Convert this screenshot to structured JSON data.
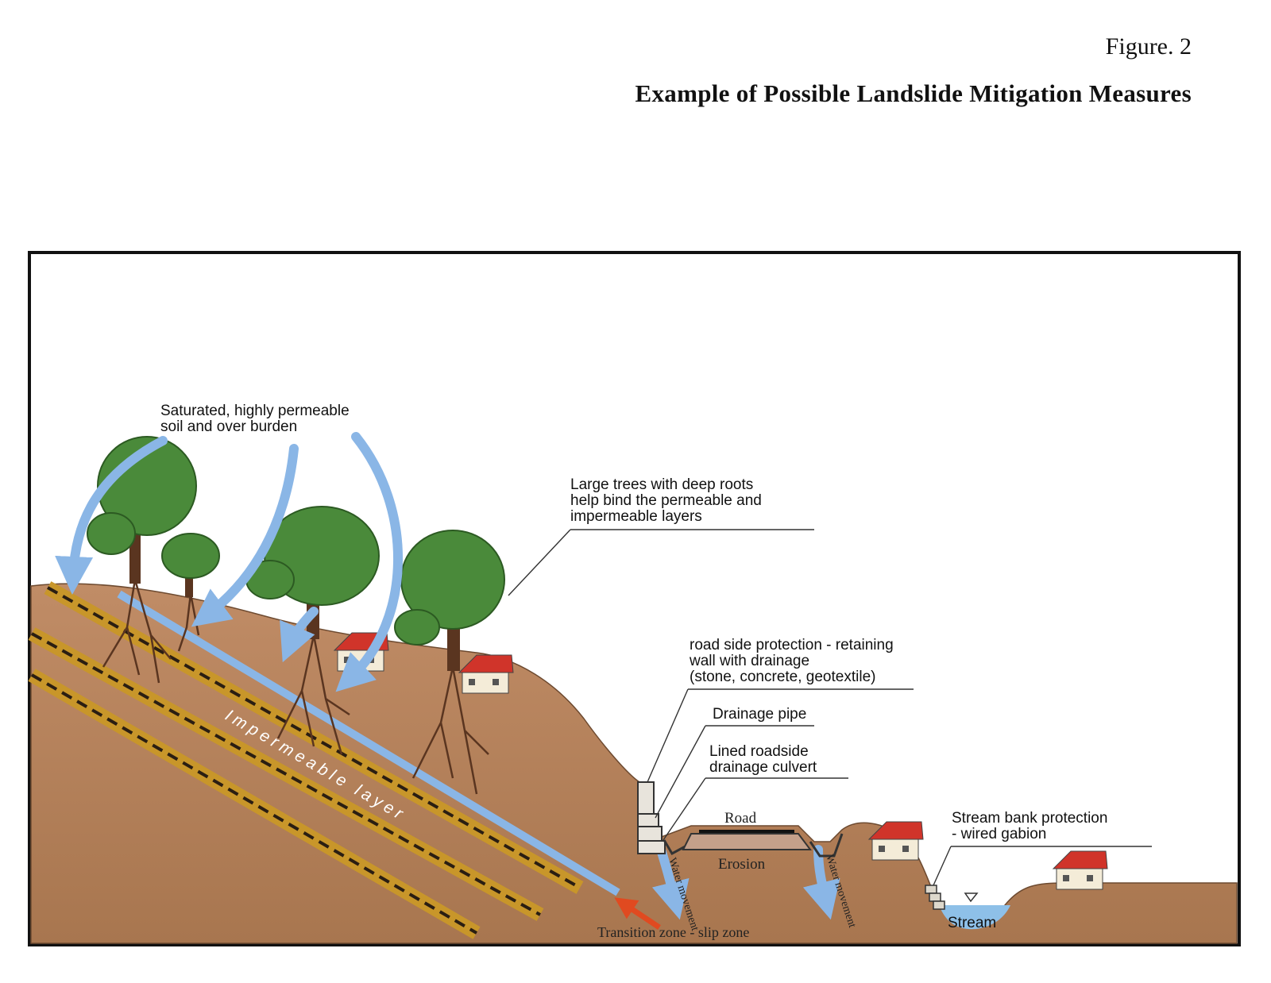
{
  "header": {
    "figure_number": "Figure. 2",
    "title": "Example of Possible Landslide Mitigation Measures"
  },
  "labels": {
    "saturated_1": "Saturated, highly permeable",
    "saturated_2": "soil and over burden",
    "trees_1": "Large trees with deep roots",
    "trees_2": "help bind the permeable and",
    "trees_3": "impermeable layers",
    "retaining_1": "road side protection - retaining",
    "retaining_2": "wall with drainage",
    "retaining_3": "(stone, concrete, geotextile)",
    "drainage_pipe": "Drainage pipe",
    "culvert_1": "Lined roadside",
    "culvert_2": "drainage culvert",
    "road": "Road",
    "erosion": "Erosion",
    "stream_bank_1": "Stream bank protection",
    "stream_bank_2": "- wired gabion",
    "stream": "Stream",
    "impermeable_layer": "Impermeable layer",
    "water_movement": "Water movement",
    "transition_zone": "Transition zone - slip zone"
  },
  "colors": {
    "soil": "#b88560",
    "soil_dark": "#9c6c4a",
    "layer": "#c8962a",
    "water": "#8ab6e6",
    "foliage": "#4a8a3a",
    "roof": "#d0342a"
  }
}
